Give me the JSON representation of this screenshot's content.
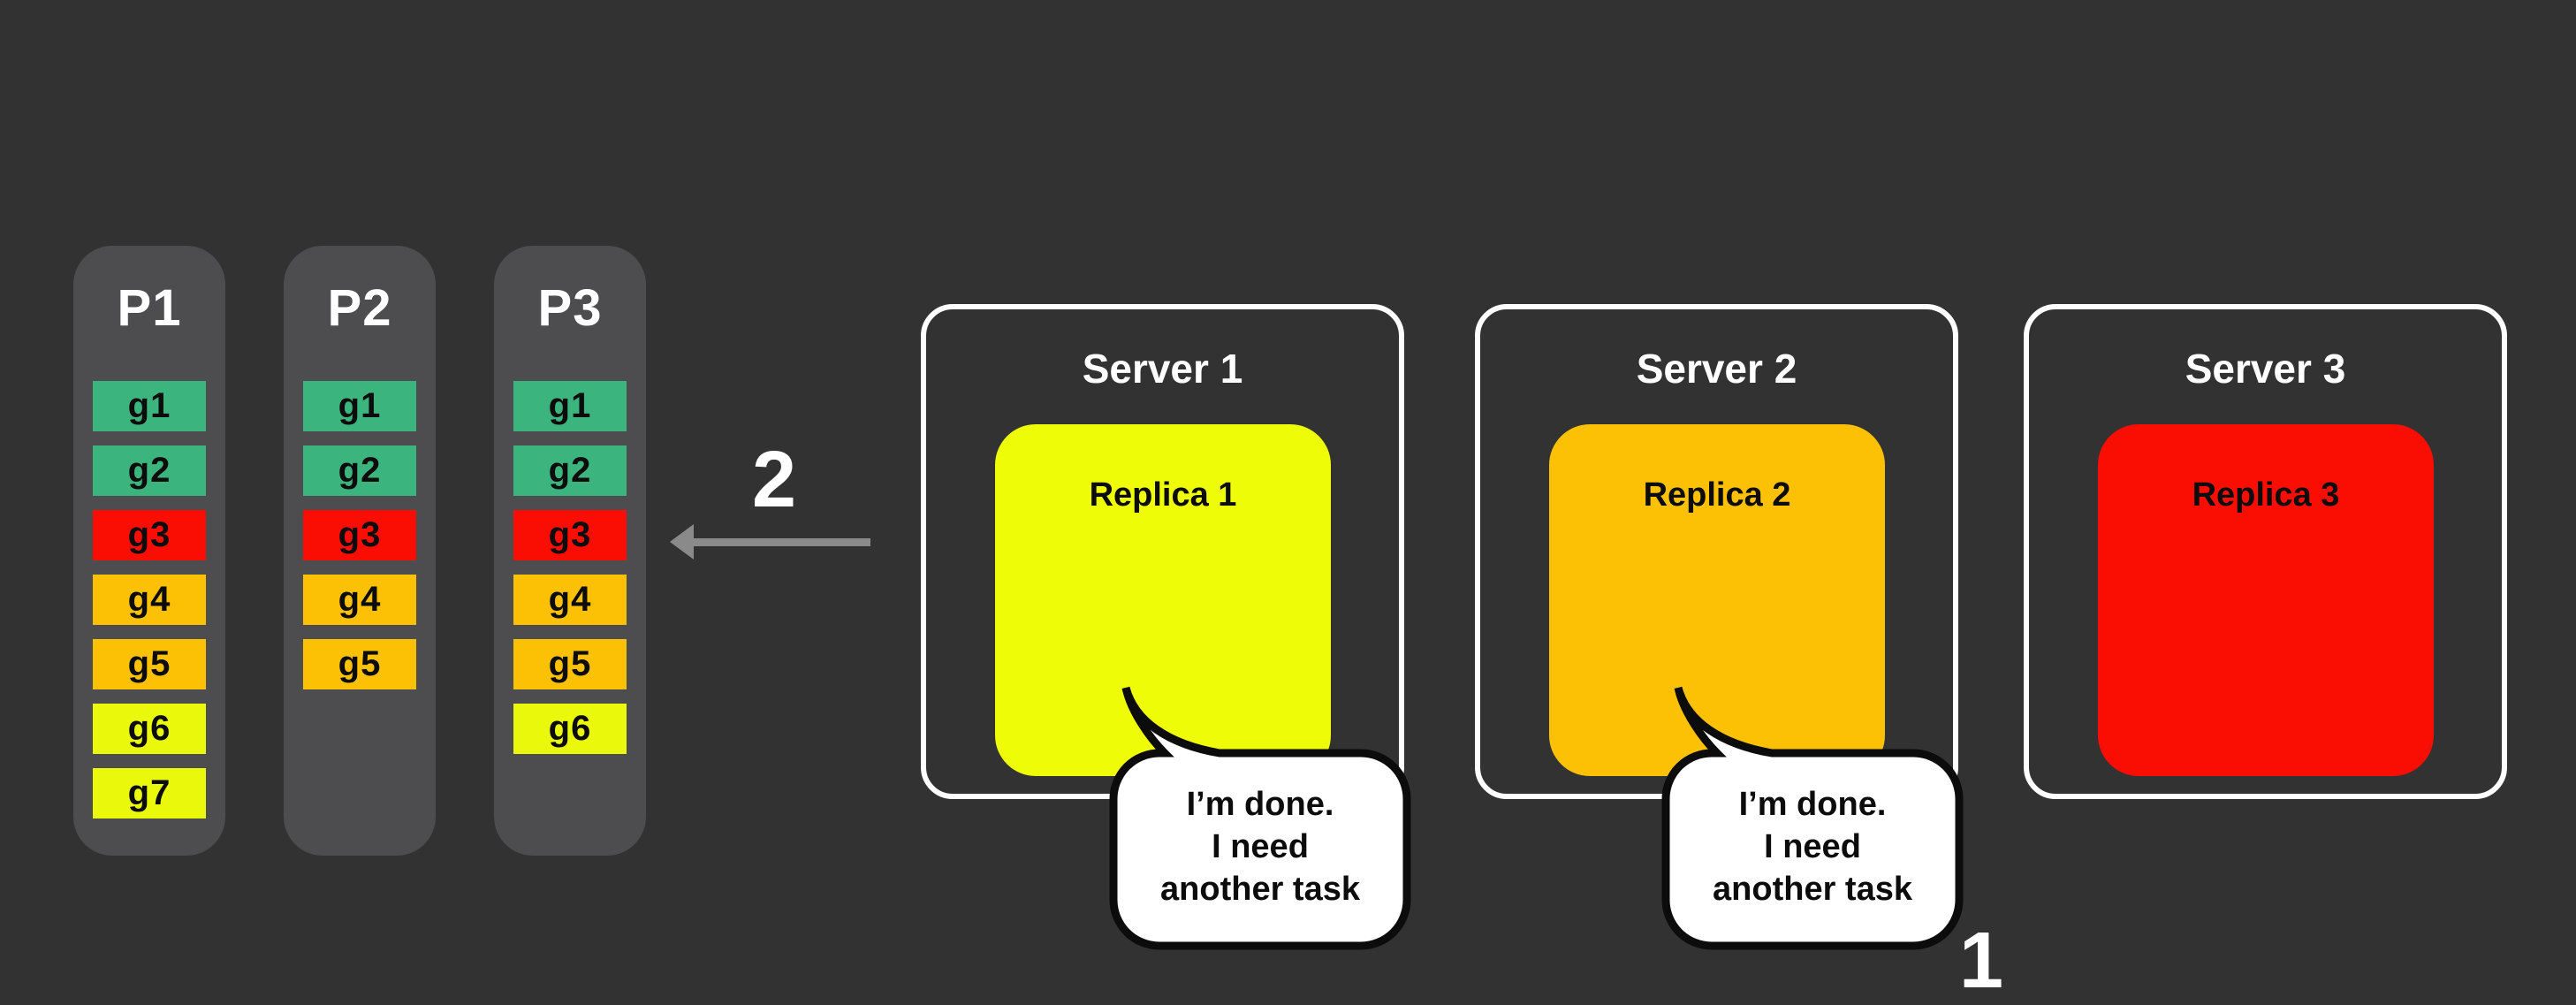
{
  "palette": {
    "background": "#323233",
    "panel_gray": "#4D4D4F",
    "task_green": "#3CB47E",
    "task_red": "#FA0D03",
    "task_amber": "#FCC104",
    "task_yellow": "#EAF80B",
    "replica_yellow": "#EEFC07",
    "replica_amber": "#FCC104",
    "replica_red": "#FA0D03",
    "arrow_gray": "#8A8A8A",
    "text_light": "#FFFFFF",
    "text_dark": "#0C0C0C"
  },
  "partitions": [
    {
      "title": "P1",
      "tasks": [
        {
          "label": "g1",
          "color": "#3CB47E"
        },
        {
          "label": "g2",
          "color": "#3CB47E"
        },
        {
          "label": "g3",
          "color": "#FA0D03"
        },
        {
          "label": "g4",
          "color": "#FCC104"
        },
        {
          "label": "g5",
          "color": "#FCC104"
        },
        {
          "label": "g6",
          "color": "#EAF80B"
        },
        {
          "label": "g7",
          "color": "#EAF80B"
        }
      ]
    },
    {
      "title": "P2",
      "tasks": [
        {
          "label": "g1",
          "color": "#3CB47E"
        },
        {
          "label": "g2",
          "color": "#3CB47E"
        },
        {
          "label": "g3",
          "color": "#FA0D03"
        },
        {
          "label": "g4",
          "color": "#FCC104"
        },
        {
          "label": "g5",
          "color": "#FCC104"
        }
      ]
    },
    {
      "title": "P3",
      "tasks": [
        {
          "label": "g1",
          "color": "#3CB47E"
        },
        {
          "label": "g2",
          "color": "#3CB47E"
        },
        {
          "label": "g3",
          "color": "#FA0D03"
        },
        {
          "label": "g4",
          "color": "#FCC104"
        },
        {
          "label": "g5",
          "color": "#FCC104"
        },
        {
          "label": "g6",
          "color": "#EAF80B"
        }
      ]
    }
  ],
  "servers": [
    {
      "title": "Server 1",
      "replica": {
        "label": "Replica 1",
        "color": "#EEFC07"
      },
      "speech": {
        "lines": [
          "I’m done.",
          "I need",
          "another task"
        ]
      }
    },
    {
      "title": "Server 2",
      "replica": {
        "label": "Replica 2",
        "color": "#FCC104"
      },
      "speech": {
        "lines": [
          "I’m done.",
          "I need",
          "another task"
        ]
      }
    },
    {
      "title": "Server 3",
      "replica": {
        "label": "Replica 3",
        "color": "#FA0D03"
      }
    }
  ],
  "annotations": {
    "step2_label": "2",
    "step1_label": "1"
  }
}
